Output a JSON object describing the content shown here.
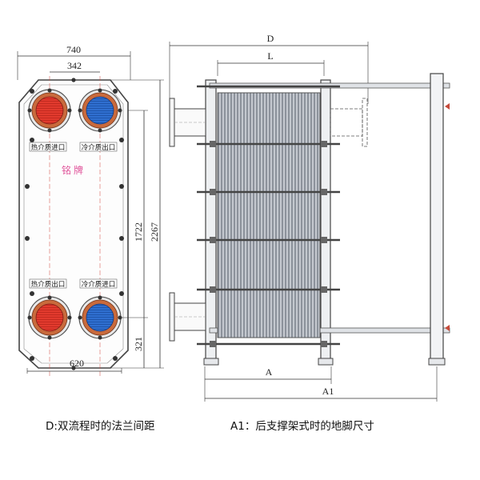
{
  "front_view": {
    "width_total": "740",
    "port_spacing_h": "342",
    "base_width": "620",
    "height_total": "2267",
    "port_spacing_v": "1722",
    "bottom_port_height": "321",
    "nameplate": "铭牌",
    "labels": {
      "hot_in": "热介质进口",
      "cold_out": "冷介质出口",
      "hot_out": "热介质出口",
      "cold_in": "冷介质进口"
    }
  },
  "side_view": {
    "dim_D": "D",
    "dim_L": "L",
    "dim_A": "A",
    "dim_A1": "A1"
  },
  "captions": {
    "d_note": "D:双流程时的法兰间距",
    "a1_note": "A1：后支撑架式时的地脚尺寸"
  },
  "colors": {
    "hot_port": "#e23a2e",
    "cold_port": "#2f6fd0",
    "flange": "#c96a3c",
    "port_ring": "#7a7f88",
    "plate_fill": "#b9bec6"
  }
}
